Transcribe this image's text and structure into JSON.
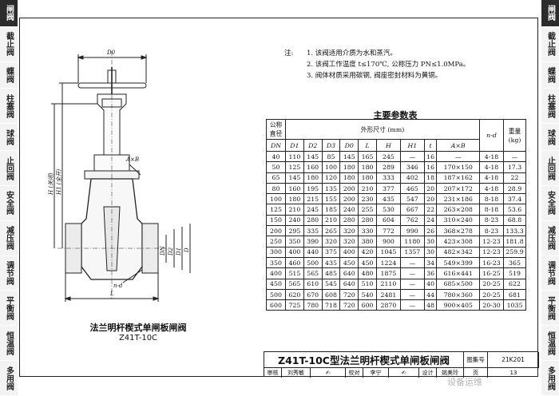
{
  "left_tabs": [
    {
      "label": "闸阀",
      "active": true
    },
    {
      "label": "截止阀",
      "active": false
    },
    {
      "label": "蝶阀",
      "active": false
    },
    {
      "label": "柱塞阀",
      "active": false
    },
    {
      "label": "球阀",
      "active": false
    },
    {
      "label": "止回阀",
      "active": false
    },
    {
      "label": "安全阀",
      "active": false
    },
    {
      "label": "减压阀",
      "active": false
    },
    {
      "label": "调节阀",
      "active": false
    },
    {
      "label": "平衡阀",
      "active": false
    },
    {
      "label": "恒温阀",
      "active": false
    },
    {
      "label": "多用阀",
      "active": false
    }
  ],
  "right_tabs": [
    {
      "label": "闸阀",
      "active": true
    },
    {
      "label": "截止阀",
      "active": false
    },
    {
      "label": "蝶阀",
      "active": false
    },
    {
      "label": "柱塞阀",
      "active": false
    },
    {
      "label": "球阀",
      "active": false
    },
    {
      "label": "止回阀",
      "active": false
    },
    {
      "label": "安全阀",
      "active": false
    },
    {
      "label": "减压阀",
      "active": false
    },
    {
      "label": "调节阀",
      "active": false
    },
    {
      "label": "平衡阀",
      "active": false
    },
    {
      "label": "恒温阀",
      "active": false
    },
    {
      "label": "多用阀",
      "active": false
    }
  ],
  "drawing": {
    "labels": {
      "d0": "D0",
      "h_closed": "H (关闭)",
      "h1_open": "H1 (全开)",
      "axb": "A×B",
      "dn": "DN",
      "d2": "D2",
      "d1": "D1",
      "d": "D",
      "nd": "n-d",
      "l": "L"
    },
    "caption": "法兰明杆楔式单闸板闸阀",
    "model": "Z41T-10C"
  },
  "notes": {
    "lead": "注:",
    "items": [
      "1. 该阀适用介质为水和蒸汽。",
      "2. 该阀工作温度 t≤170℃, 公称压力 PN≤1.0MPa。",
      "3. 阀体材质采用碳钢, 阀座密封材料为黄铜。"
    ]
  },
  "table": {
    "title": "主要参数表",
    "head": {
      "nominal": "公称直径",
      "dn": "DN",
      "dims": "外形尺寸 (mm)",
      "nd": "n-d",
      "weight": "重量 (kg)"
    },
    "columns": [
      "D1",
      "D2",
      "D3",
      "D0",
      "L",
      "H",
      "H1",
      "t",
      "A×B"
    ],
    "rows": [
      [
        "40",
        "110",
        "145",
        "85",
        "145",
        "165",
        "245",
        "—",
        "16",
        "—",
        "4-18",
        "—"
      ],
      [
        "50",
        "125",
        "160",
        "100",
        "180",
        "180",
        "289",
        "346",
        "16",
        "170×150",
        "4-18",
        "17.3"
      ],
      [
        "65",
        "145",
        "180",
        "120",
        "180",
        "180",
        "333",
        "402",
        "18",
        "187×162",
        "4-18",
        "22"
      ],
      [
        "80",
        "160",
        "195",
        "135",
        "200",
        "210",
        "377",
        "465",
        "20",
        "207×172",
        "4-18",
        "28.9"
      ],
      [
        "100",
        "180",
        "215",
        "155",
        "200",
        "230",
        "435",
        "547",
        "20",
        "231×186",
        "8-18",
        "37.4"
      ],
      [
        "125",
        "210",
        "245",
        "185",
        "240",
        "255",
        "530",
        "667",
        "22",
        "263×208",
        "8-18",
        "53.6"
      ],
      [
        "150",
        "240",
        "280",
        "210",
        "280",
        "280",
        "604",
        "762",
        "24",
        "310×240",
        "8-23",
        "68.8"
      ],
      [
        "200",
        "295",
        "335",
        "265",
        "320",
        "330",
        "772",
        "990",
        "26",
        "368×278",
        "8-23",
        "133.3"
      ],
      [
        "250",
        "350",
        "390",
        "320",
        "320",
        "380",
        "900",
        "1180",
        "30",
        "423×308",
        "12-23",
        "181.8"
      ],
      [
        "300",
        "400",
        "440",
        "375",
        "400",
        "420",
        "1045",
        "1357",
        "30",
        "482×342",
        "12-23",
        "259.9"
      ],
      [
        "350",
        "460",
        "500",
        "435",
        "450",
        "450",
        "1224",
        "—",
        "34",
        "549×399",
        "16-23",
        "365"
      ],
      [
        "400",
        "515",
        "565",
        "485",
        "640",
        "480",
        "1875",
        "—",
        "36",
        "616×441",
        "16-25",
        "519"
      ],
      [
        "450",
        "565",
        "610",
        "545",
        "640",
        "510",
        "2110",
        "—",
        "40",
        "685×500",
        "20-25",
        "622"
      ],
      [
        "500",
        "620",
        "670",
        "608",
        "720",
        "540",
        "2481",
        "—",
        "44",
        "780×360",
        "20-25",
        "681"
      ],
      [
        "600",
        "725",
        "780",
        "718",
        "720",
        "600",
        "2870",
        "—",
        "48",
        "900×405",
        "20-30",
        "1035"
      ]
    ]
  },
  "title_block": {
    "title": "Z41T-10C型法兰明杆楔式单闸板闸阀",
    "atlas_label": "图集号",
    "atlas_no": "21K201",
    "page_label": "页",
    "page_no": "13",
    "review_label": "审核",
    "reviewer": "刘秀敏",
    "check_label": "校对",
    "checker": "李宁",
    "design_label": "设计",
    "designer": "姚美玲"
  },
  "watermark": "设备运维"
}
